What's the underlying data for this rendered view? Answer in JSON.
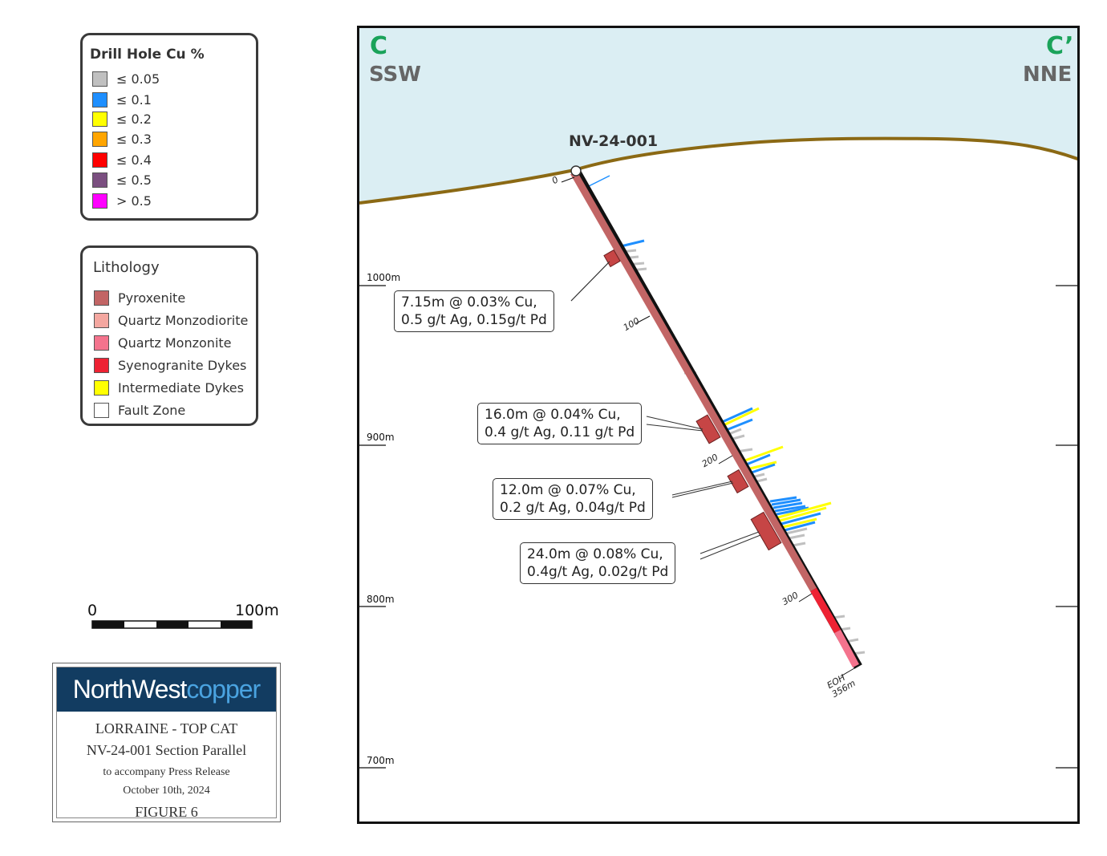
{
  "cu_legend": {
    "title": "Drill Hole Cu %",
    "items": [
      {
        "label": "≤ 0.05",
        "color": "#c0c0c0"
      },
      {
        "label": "≤ 0.1",
        "color": "#1e8fff"
      },
      {
        "label": "≤ 0.2",
        "color": "#ffff00"
      },
      {
        "label": "≤ 0.3",
        "color": "#ffa500"
      },
      {
        "label": "≤ 0.4",
        "color": "#ff0000"
      },
      {
        "label": "≤ 0.5",
        "color": "#7b4f80"
      },
      {
        "label": "> 0.5",
        "color": "#ff00ff"
      }
    ]
  },
  "litho_legend": {
    "title": "Lithology",
    "items": [
      {
        "label": "Pyroxenite",
        "color": "#c26565"
      },
      {
        "label": "Quartz Monzodiorite",
        "color": "#f4a7a0"
      },
      {
        "label": "Quartz Monzonite",
        "color": "#f4738d"
      },
      {
        "label": "Syenogranite Dykes",
        "color": "#ee2233"
      },
      {
        "label": "Intermediate Dykes",
        "color": "#ffff00"
      },
      {
        "label": "Fault Zone",
        "color": "#ffffff"
      }
    ]
  },
  "scale_bar": {
    "start_label": "0",
    "end_label": "100m"
  },
  "title_card": {
    "logo_north": "NorthWest",
    "logo_copper": "copper",
    "line1": "LORRAINE - TOP CAT",
    "line2": "NV-24-001 Section Parallel",
    "line3": "to accompany Press Release",
    "line4": "October 10th, 2024",
    "line5": "FIGURE 6"
  },
  "section": {
    "left_letter": "C",
    "right_letter": "C’",
    "left_dir": "SSW",
    "right_dir": "NNE",
    "hole_name": "NV-24-001",
    "colors": {
      "sky": "#dbeef3",
      "topo": "#8b6914",
      "hole": "#c26565",
      "accent": "#1aa35a"
    },
    "elevations": [
      {
        "label": "1000m",
        "value": 1000
      },
      {
        "label": "900m",
        "value": 900
      },
      {
        "label": "800m",
        "value": 800
      },
      {
        "label": "700m",
        "value": 700
      }
    ],
    "depth_ticks": [
      {
        "label": "0",
        "depth": 0
      },
      {
        "label": "100",
        "depth": 100
      },
      {
        "label": "200",
        "depth": 200
      },
      {
        "label": "300",
        "depth": 300
      }
    ],
    "eoh_label": "EOH",
    "eoh_depth_label": "356m",
    "intercepts": [
      {
        "line1": "7.15m @ 0.03% Cu,",
        "line2": "0.5 g/t Ag, 0.15g/t Pd"
      },
      {
        "line1": "16.0m @ 0.04% Cu,",
        "line2": "0.4 g/t Ag, 0.11 g/t Pd"
      },
      {
        "line1": "12.0m @ 0.07% Cu,",
        "line2": "0.2 g/t Ag, 0.04g/t Pd"
      },
      {
        "line1": "24.0m @ 0.08% Cu,",
        "line2": "0.4g/t Ag, 0.02g/t Pd"
      }
    ]
  }
}
